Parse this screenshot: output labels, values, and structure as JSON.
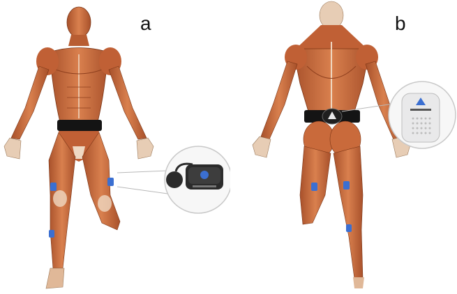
{
  "panels": [
    {
      "label": "a",
      "view": "anterior"
    },
    {
      "label": "b",
      "view": "posterior"
    }
  ],
  "colors": {
    "muscle": "#c8673a",
    "muscle_dark": "#8e3f1e",
    "tendon": "#efd8c2",
    "belt": "#141414",
    "sensor": "#3b6fd1",
    "device_dark": "#2b2b2b",
    "device_light": "#e9e9ea"
  }
}
